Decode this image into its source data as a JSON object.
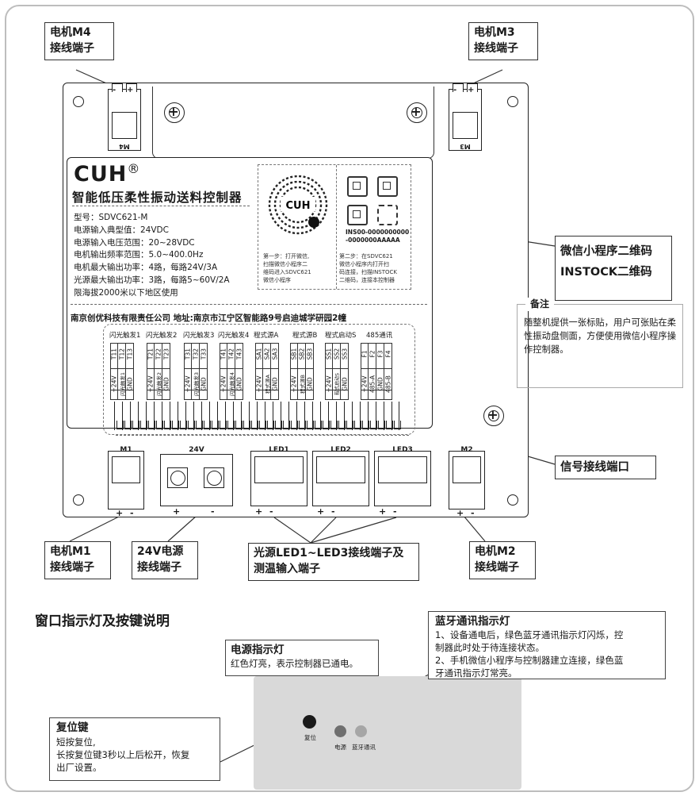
{
  "callouts": {
    "m4": [
      "电机M4",
      "接线端子"
    ],
    "m3": [
      "电机M3",
      "接线端子"
    ],
    "m1": [
      "电机M1",
      "接线端子"
    ],
    "v24": [
      "24V电源",
      "接线端子"
    ],
    "led": [
      "光源LED1~LED3接线端子及",
      "测温输入端子"
    ],
    "m2": [
      "电机M2",
      "接线端子"
    ],
    "qr": [
      "微信小程序二维码",
      "INSTOCK二维码"
    ],
    "signal": "信号接线端口"
  },
  "label": {
    "brand": "CUH",
    "reg": "®",
    "product": "智能低压柔性振动送料控制器",
    "specs": [
      "型号：SDVC621-M",
      "电源输入典型值：24VDC",
      "电源输入电压范围：20~28VDC",
      "电机输出频率范围：5.0~400.0Hz",
      "电机最大输出功率：4路，每路24V/3A",
      "光源最大输出功率：3路，每路5~60V/2A",
      "限海拔2000米以下地区使用"
    ],
    "address": "南京创优科技有限责任公司 地址:南京市江宁区智能路9号启迪城学研园2幢",
    "step1": [
      "第一步：打开微信,",
      "扫描微信小程序二",
      "维码进入SDVC621",
      "微信小程序"
    ],
    "step2": [
      "第二步：在SDVC621",
      "微信小程序内打开扫",
      "码连接，扫描INSTOCK",
      "二维码，连接本控制器"
    ],
    "ins_code": [
      "INS00-0000000000",
      "-0000000AAAAA"
    ],
    "qr_brand": "CUH",
    "groups": [
      "闪光触发1",
      "闪光触发2",
      "闪光触发3",
      "闪光触发4",
      "程式源A",
      "程式源B",
      "程式启动S",
      "485通讯"
    ],
    "pin_top": [
      [
        "T11",
        "T12",
        "T13"
      ],
      [
        "T21",
        "T22",
        "T23"
      ],
      [
        "T31",
        "T32",
        "T33"
      ],
      [
        "T41",
        "T42",
        "T43"
      ],
      [
        "SA1",
        "SA2",
        "SA3"
      ],
      [
        "SB1",
        "SB2",
        "SB3"
      ],
      [
        "SS1",
        "SS2",
        "SS3"
      ],
      [
        "F1",
        "F2",
        "F3",
        "F4"
      ]
    ],
    "pin_bottom": [
      [
        "+24V",
        "闪光触发1",
        "GND"
      ],
      [
        "+24V",
        "闪光触发2",
        "GND"
      ],
      [
        "+24V",
        "闪光触发3",
        "GND"
      ],
      [
        "+24V",
        "闪光触发4",
        "GND"
      ],
      [
        "+24V",
        "程式源A",
        "GND"
      ],
      [
        "+24V",
        "程式源B",
        "GND"
      ],
      [
        "+24V",
        "程式启动S",
        "GND"
      ],
      [
        "+24V",
        "485-A",
        "GND",
        "485-B"
      ]
    ]
  },
  "connectors": {
    "m4": "M4",
    "m3": "M3",
    "m1": "M1",
    "v24": "24V",
    "led1": "LED1",
    "led2": "LED2",
    "led3": "LED3",
    "m2": "M2",
    "plus": "+",
    "minus": "-"
  },
  "note": {
    "title": "备注",
    "text": "随整机提供一张标贴，用户可张贴在柔性振动盘侧面，方便使用微信小程序操作控制器。"
  },
  "section_title": "窗口指示灯及按键说明",
  "power_box": {
    "title": "电源指示灯",
    "text": "红色灯亮，表示控制器已通电。"
  },
  "bt_box": {
    "title": "蓝牙通讯指示灯",
    "lines": [
      "1、设备通电后，绿色蓝牙通讯指示灯闪烁，控",
      "制器此时处于待连接状态。",
      "2、手机微信小程序与控制器建立连接，绿色蓝",
      "牙通讯指示灯常亮。"
    ]
  },
  "reset_box": {
    "title": "复位键",
    "lines": [
      "短按复位,",
      "长按复位键3秒以上后松开，恢复",
      "出厂设置。"
    ]
  },
  "panel": {
    "reset": "复位",
    "power": "电源",
    "bt": "蓝牙通讯"
  },
  "colors": {
    "frame": "#bdbdbd",
    "panel": "#d9d9d9",
    "reset_button": "#1a1a1a",
    "power_led": "#6f6f6f",
    "bt_led": "#a6a6a6"
  }
}
